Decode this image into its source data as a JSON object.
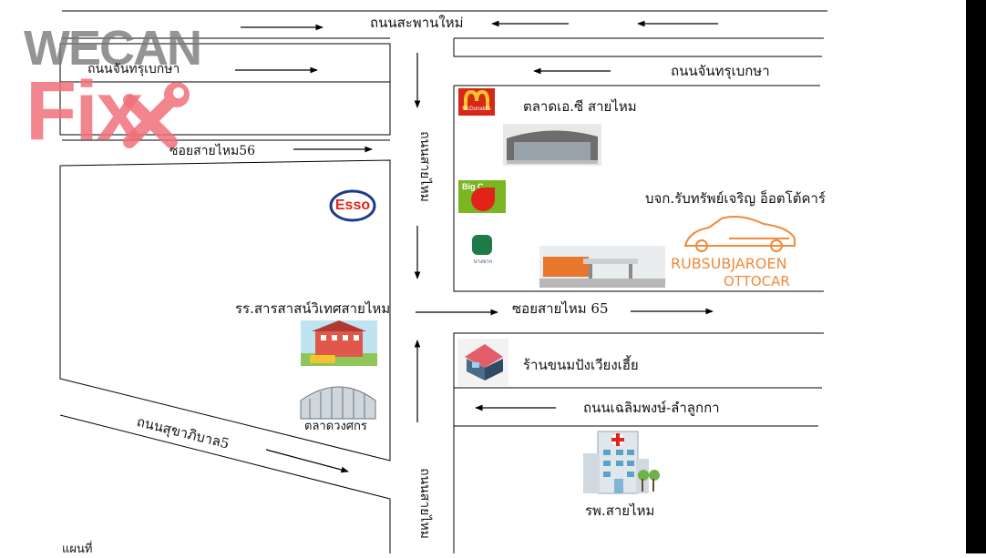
{
  "roads": {
    "saphan_mai": "ถนนสะพานใหม่",
    "chantrubeksa_left": "ถนนจันทรุเบกษา",
    "chantrubeksa_right": "ถนนจันทรุเบกษา",
    "soi_56": "ซอยสายไหม56",
    "soi_65": "ซอยสายไหม 65",
    "sukhapiban5": "ถนนสุขาภิบาล5",
    "chaloemphong": "ถนนเฉลิมพงษ์-ลำลูกกา",
    "saimai_upper": "ถนนสายไหม",
    "saimai_lower": "ถนนสายไหม"
  },
  "places": {
    "market_ac": "ตลาดเอ.ซี สายไหม",
    "rubsub": "บจก.รับทรัพย์เจริญ อ็อตโต้คาร์",
    "school": "รร.สารสาสน์วิเทศสายไหม",
    "market_wongkorn": "ตลาดวงศกร",
    "bakery": "ร้านขนมปังเวียงเฮี้ย",
    "hospital": "รพ.สายไหม"
  },
  "logos": {
    "mcdonalds": "McDonald's",
    "bigc": "Big C",
    "esso": "Esso",
    "bangchak": "บางจาก",
    "rubsub_line1": "RUBSUBJAROEN",
    "rubsub_line2": "OTTOCAR"
  },
  "watermark": {
    "line1": "WECAN",
    "line2": "Fix"
  },
  "caption": "แผนที่",
  "colors": {
    "watermark_red": "#f0707a",
    "watermark_gray": "#777777",
    "mcd_red": "#d62718",
    "bigc_green": "#7ab621",
    "esso_red": "#e2231a",
    "esso_blue": "#1a3b8f",
    "rubsub_orange": "#f08a3c"
  }
}
